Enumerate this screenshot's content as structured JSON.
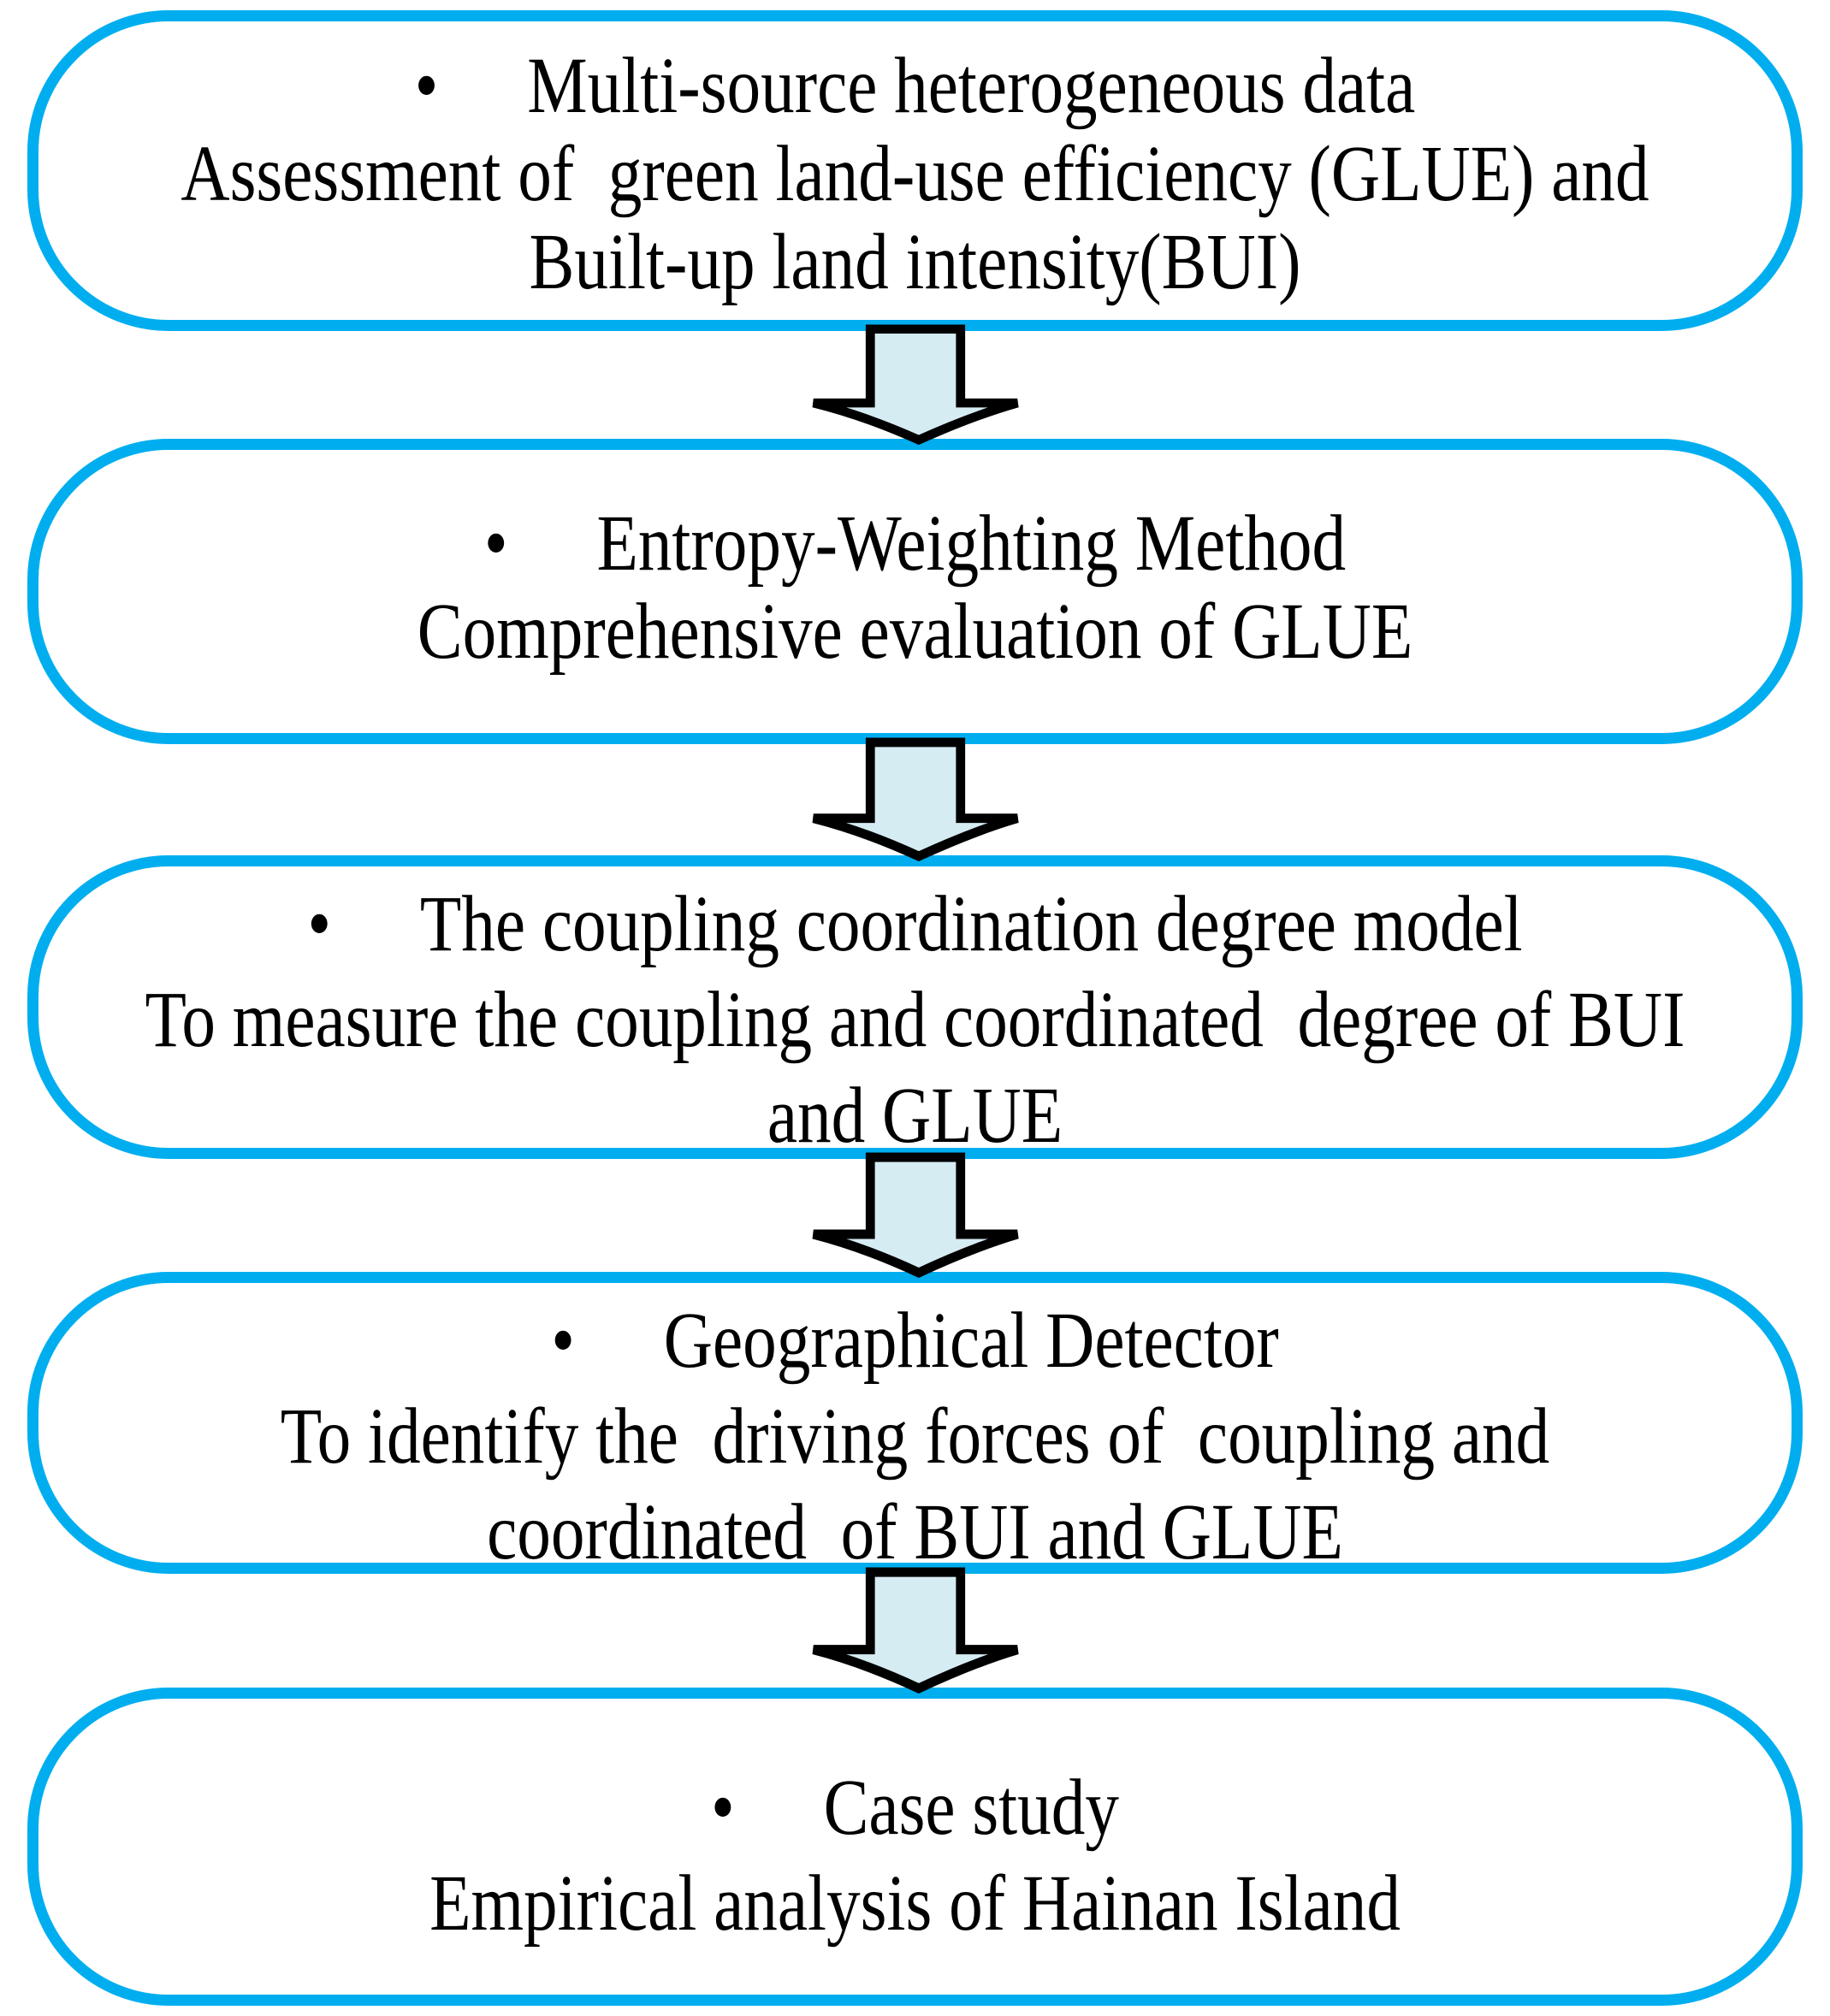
{
  "figure_type": "flowchart",
  "direction": "top-down",
  "bullet_char": "•",
  "colors": {
    "box_border": "#00aeef",
    "box_fill": "#ffffff",
    "arrow_fill": "#d6ecf3",
    "arrow_outline": "#000000",
    "text": "#000000",
    "background": "#ffffff"
  },
  "steps": [
    {
      "title": "Multi-source heterogeneous data",
      "details": [
        "Assessment of  green land-use efficiency (GLUE) and",
        "Built-up land intensity(BUI)"
      ]
    },
    {
      "title": "Entropy-Weighting Method",
      "details": [
        "Comprehensive evaluation of GLUE"
      ]
    },
    {
      "title": "The coupling coordination degree model",
      "details": [
        "To measure the coupling and coordinated  degree of BUI",
        "and GLUE"
      ]
    },
    {
      "title": "Geographical Detector",
      "details": [
        "To identify the  driving forces of  coupling and",
        "coordinated  of BUI and GLUE"
      ]
    },
    {
      "title": "Case study",
      "details": [
        "Empirical analysis of Hainan Island"
      ]
    }
  ]
}
